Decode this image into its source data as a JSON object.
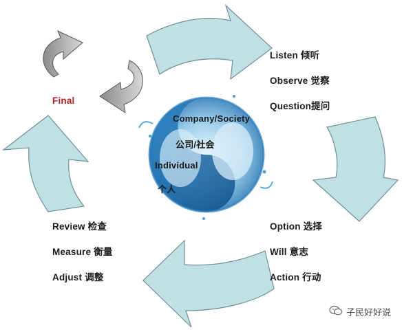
{
  "cycle": {
    "final_label": "Final",
    "top_right": [
      "Listen 倾听",
      "Observe 觉察",
      "Question提问"
    ],
    "bottom_right": [
      "Option 选择",
      "Will 意志",
      "Action 行动"
    ],
    "bottom_left": [
      "Review 检查",
      "Measure 衡量",
      "Adjust 调整"
    ]
  },
  "center": {
    "company": "Company/Society",
    "company_cn": "公司/社会",
    "individual": "Individual",
    "individual_cn": "个人"
  },
  "watermark": {
    "text": "子民好好说",
    "icon": "wechat-icon"
  },
  "colors": {
    "arrow_fill": "#bfe0e4",
    "arrow_stroke": "#6f8f94",
    "final_text": "#b01e1e",
    "water_dark": "#1f78b8",
    "water_light": "#cfe9f7"
  }
}
